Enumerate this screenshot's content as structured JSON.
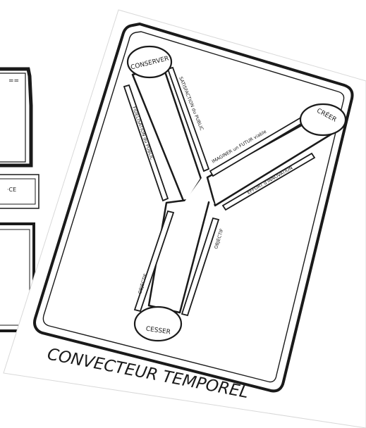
{
  "background_frames": {
    "partial_text_1": "==",
    "partial_text_2": "·CE"
  },
  "diagram": {
    "title": "CONVECTEUR TEMPOREL",
    "nodes": {
      "conserver": "CONSERVER",
      "creer": "CRÉER",
      "cesser": "CESSER"
    },
    "edge_labels": {
      "conserver_creer_inner": "SATISFACTION du PUBLIC",
      "conserver_left": "FIDÉLISATION du PUBLIC",
      "conserver_creer_outer": "IMAGINER un FUTUR viable",
      "creer_right": "EFFORT d'INNOVATION",
      "creer_cesser": "OBJECTIF",
      "cesser_left": "OBJECTIF"
    }
  },
  "colors": {
    "ink": "#1a1a1a",
    "paper": "#ffffff"
  }
}
